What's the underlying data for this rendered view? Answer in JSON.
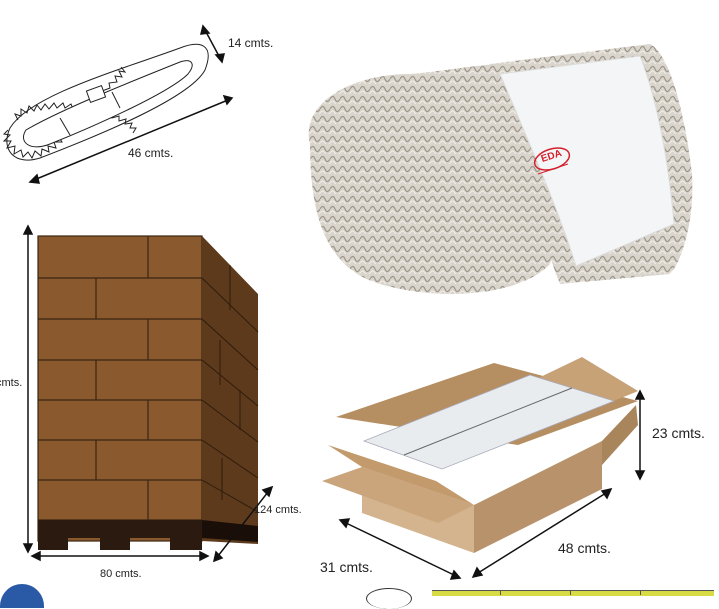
{
  "mop_sketch": {
    "width_label": "14 cmts.",
    "length_label": "46 cmts."
  },
  "mop_photo": {
    "logo_text": "EDA"
  },
  "pallet": {
    "height_label": "cmts.",
    "width_label": "80 cmts.",
    "depth_label": "124 cmts."
  },
  "box": {
    "height_label": "23 cmts.",
    "length_label": "48 cmts.",
    "width_label": "31 cmts."
  },
  "colors": {
    "brick": "#8a5a2e",
    "brick_side": "#5e3a1c",
    "pallet_base": "#2a1a10",
    "box_outer": "#d4b48e",
    "box_flap": "#b58e62",
    "box_inner_sheet": "#e9ecef",
    "mop_fringe": "#cfc9c0",
    "logo_red": "#d3202c",
    "table_stripe": "#d8dc44",
    "accent_blue": "#2a5aa6"
  }
}
